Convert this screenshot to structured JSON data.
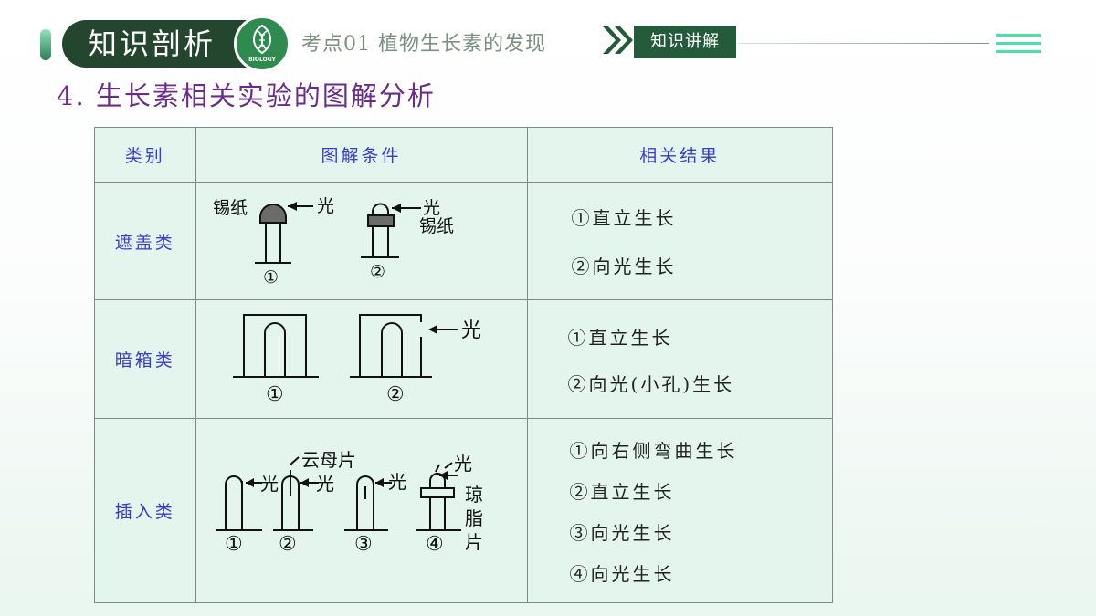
{
  "header": {
    "badge": "知识剖析",
    "logo_text": "BIOLOGY",
    "logo_icon": "dna-leaf-icon",
    "topic": "考点01  植物生长素的发现",
    "tag": "知识讲解",
    "accent_color": "#245c3b",
    "highlight_color": "#4de0a6"
  },
  "section_title": "4. 生长素相关实验的图解分析",
  "table": {
    "headers": [
      "类别",
      "图解条件",
      "相关结果"
    ],
    "rows": [
      {
        "category": "遮盖类",
        "labels": {
          "foil1": "锡纸",
          "light1": "光",
          "light2": "光",
          "foil2": "锡纸",
          "n1": "①",
          "n2": "②"
        },
        "results": [
          "①直立生长",
          "②向光生长"
        ]
      },
      {
        "category": "暗箱类",
        "labels": {
          "light": "光",
          "n1": "①",
          "n2": "②"
        },
        "results": [
          "①直立生长",
          "②向光(小孔)生长"
        ]
      },
      {
        "category": "插入类",
        "labels": {
          "mica": "云母片",
          "l1": "光",
          "l2": "光",
          "l3": "光",
          "l4": "光",
          "agar1": "琼",
          "agar2": "脂",
          "agar3": "片",
          "n1": "①",
          "n2": "②",
          "n3": "③",
          "n4": "④"
        },
        "results": [
          "①向右侧弯曲生长",
          "②直立生长",
          "③向光生长",
          "④向光生长"
        ]
      }
    ]
  }
}
